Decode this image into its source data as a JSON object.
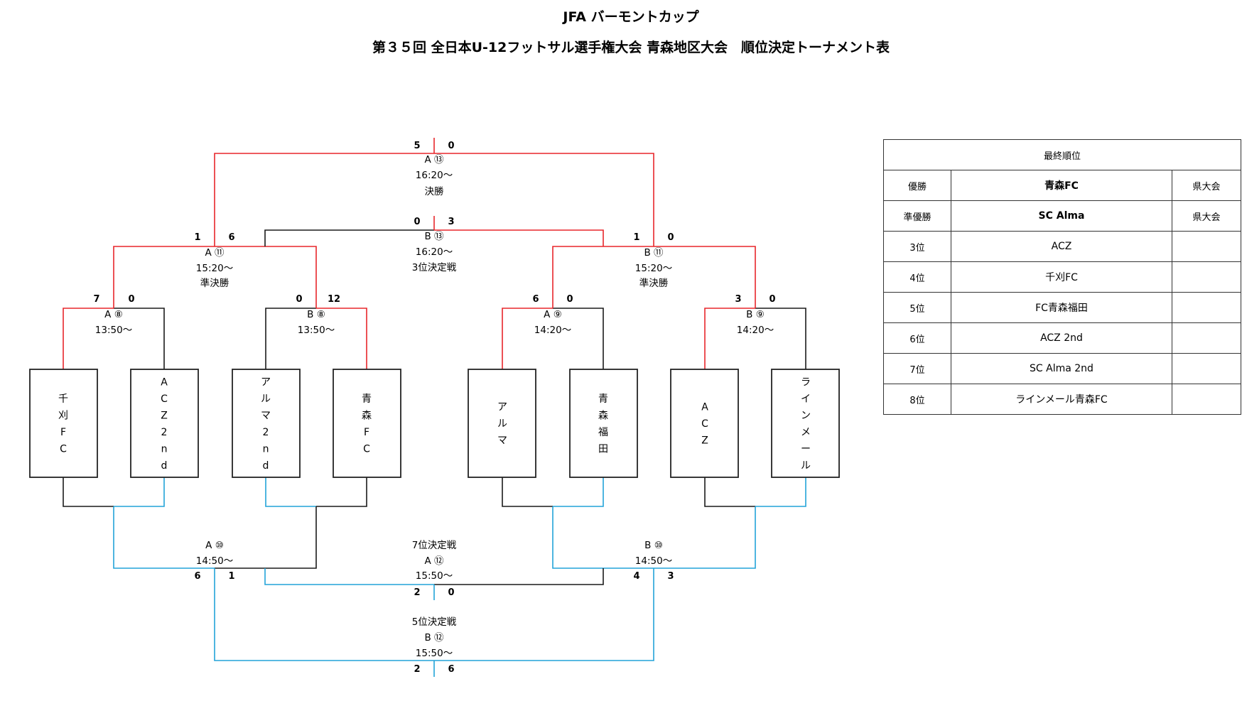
{
  "titles": {
    "line1": "JFA バーモントカップ",
    "line2": "第３５回 全日本U-12フットサル選手権大会 青森地区大会　順位決定トーナメント表"
  },
  "colors": {
    "winner_line": "#e8262b",
    "loser_line": "#1a1a1a",
    "lower_bracket_line": "#22a3d9"
  },
  "teams": [
    "千刈FC",
    "ACZ2nd",
    "アルマ2nd",
    "青森FC",
    "アルマ",
    "青森福田",
    "ACZ",
    "ラインメール"
  ],
  "matches": {
    "A8": {
      "id": "A ⑧",
      "time": "13:50～",
      "score_left": "7",
      "score_right": "0"
    },
    "B8": {
      "id": "B ⑧",
      "time": "13:50～",
      "score_left": "0",
      "score_right": "12"
    },
    "A9": {
      "id": "A ⑨",
      "time": "14:20～",
      "score_left": "6",
      "score_right": "0"
    },
    "B9": {
      "id": "B ⑨",
      "time": "14:20～",
      "score_left": "3",
      "score_right": "0"
    },
    "A11": {
      "id": "A ⑪",
      "time": "15:20～",
      "round": "準決勝",
      "score_left": "1",
      "score_right": "6"
    },
    "B11": {
      "id": "B ⑪",
      "time": "15:20～",
      "round": "準決勝",
      "score_left": "1",
      "score_right": "0"
    },
    "A13": {
      "id": "A ⑬",
      "time": "16:20～",
      "round": "決勝",
      "score_left": "5",
      "score_right": "0"
    },
    "B13": {
      "id": "B ⑬",
      "time": "16:20～",
      "round": "3位決定戦",
      "score_left": "0",
      "score_right": "3"
    },
    "A10": {
      "id": "A ⑩",
      "time": "14:50～",
      "score_left": "6",
      "score_right": "1"
    },
    "B10": {
      "id": "B ⑩",
      "time": "14:50～",
      "score_left": "4",
      "score_right": "3"
    },
    "A12": {
      "id": "A ⑫",
      "time": "15:50～",
      "round": "7位決定戦",
      "score_left": "2",
      "score_right": "0"
    },
    "B12": {
      "id": "B ⑫",
      "time": "15:50～",
      "round": "5位決定戦",
      "score_left": "2",
      "score_right": "6"
    }
  },
  "standings": {
    "header": "最終順位",
    "rows": [
      {
        "rank": "優勝",
        "team": "青森FC",
        "note": "県大会",
        "bold": true
      },
      {
        "rank": "準優勝",
        "team": "SC Alma",
        "note": "県大会",
        "bold": true
      },
      {
        "rank": "3位",
        "team": "ACZ",
        "note": "",
        "bold": false
      },
      {
        "rank": "4位",
        "team": "千刈FC",
        "note": "",
        "bold": false
      },
      {
        "rank": "5位",
        "team": "FC青森福田",
        "note": "",
        "bold": false
      },
      {
        "rank": "6位",
        "team": "ACZ 2nd",
        "note": "",
        "bold": false
      },
      {
        "rank": "7位",
        "team": "SC Alma 2nd",
        "note": "",
        "bold": false
      },
      {
        "rank": "8位",
        "team": "ラインメール青森FC",
        "note": "",
        "bold": false
      }
    ]
  }
}
